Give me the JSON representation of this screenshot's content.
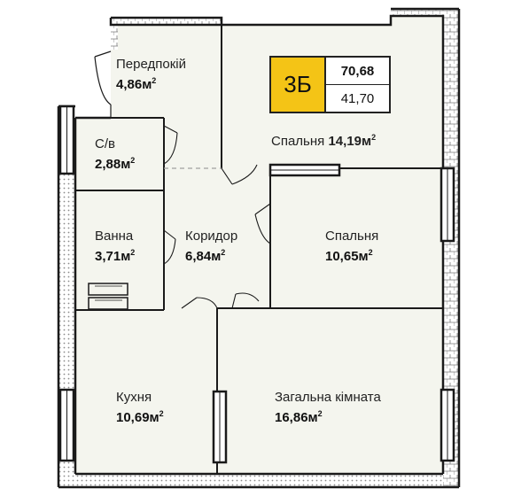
{
  "apartment": {
    "type": "3Б",
    "total_area": "70,68",
    "living_area": "41,70"
  },
  "rooms": [
    {
      "id": "hall",
      "name": "Передпокій",
      "area": "4,86м",
      "sup": "2"
    },
    {
      "id": "wc",
      "name": "С/в",
      "area": "2,88м",
      "sup": "2"
    },
    {
      "id": "bath",
      "name": "Ванна",
      "area": "3,71м",
      "sup": "2"
    },
    {
      "id": "corridor",
      "name": "Коридор",
      "area": "6,84м",
      "sup": "2"
    },
    {
      "id": "bedroom1",
      "name": "Спальня",
      "area": "14,19м",
      "sup": "2"
    },
    {
      "id": "bedroom2",
      "name": "Спальня",
      "area": "10,65м",
      "sup": "2"
    },
    {
      "id": "kitchen",
      "name": "Кухня",
      "area": "10,69м",
      "sup": "2"
    },
    {
      "id": "living",
      "name": "Загальна кімната",
      "area": "16,86м",
      "sup": "2"
    }
  ],
  "colors": {
    "wall": "#1a1a1a",
    "floor": "#f4f5ee",
    "badge_accent": "#f4c416",
    "partition": "#a0a0a0"
  }
}
